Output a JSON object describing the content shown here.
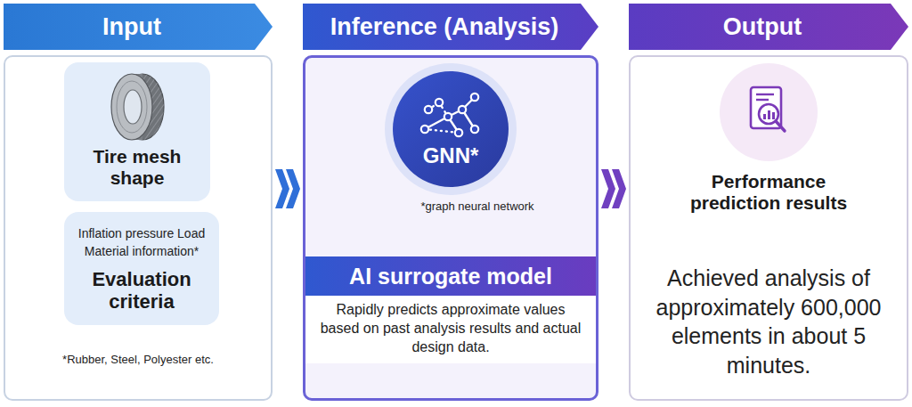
{
  "diagram": {
    "nodes": [
      {
        "text": [
          "Input"
        ]
      },
      {
        "text": [
          "Tire mesh shape"
        ],
        "in": 0
      },
      {
        "text": [
          "Inflation pressure Load Material information*",
          "Evaluation criteria"
        ],
        "in": 0
      },
      {
        "text": [
          "Inference (Analysis)"
        ]
      },
      {
        "text": [
          "GNN*"
        ],
        "in": 3
      },
      {
        "text": [
          "AI surrogate model",
          "Rapidly predicts approximate values based on past analysis results and actual design data."
        ],
        "in": 3
      },
      {
        "text": [
          "Output",
          "Achieved analysis of approximately 600,000 elements in about 5 minutes."
        ]
      },
      {
        "text": [
          "Performance prediction results"
        ],
        "in": 6
      }
    ],
    "edges": [
      {
        "from": 0,
        "to": 3,
        "arrow": "to"
      },
      {
        "from": 3,
        "to": 6,
        "arrow": "to"
      }
    ],
    "labels": [
      "*Rubber, Steel, Polyester etc.",
      "*graph neural network"
    ]
  }
}
